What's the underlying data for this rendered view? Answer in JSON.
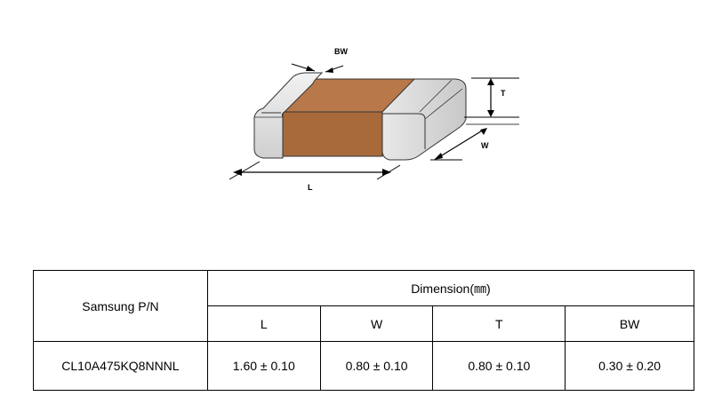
{
  "diagram": {
    "labels": {
      "bw": "BW",
      "t": "T",
      "w": "W",
      "l": "L"
    },
    "colors": {
      "body": "#a86a3a",
      "terminal": "#e0e0e0",
      "outline": "#333333"
    }
  },
  "table": {
    "part_header": "Samsung P/N",
    "dimension_header": "Dimension(㎜)",
    "columns": [
      "L",
      "W",
      "T",
      "BW"
    ],
    "row": {
      "part_number": "CL10A475KQ8NNNL",
      "values": [
        "1.60 ± 0.10",
        "0.80 ± 0.10",
        "0.80 ± 0.10",
        "0.30 ± 0.20"
      ]
    }
  }
}
